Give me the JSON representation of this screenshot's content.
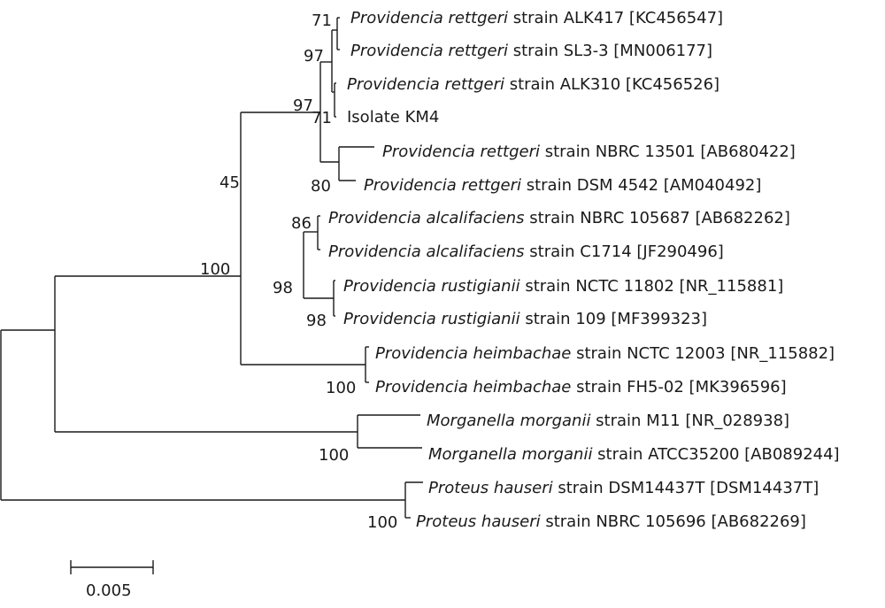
{
  "tree": {
    "leaves": [
      {
        "species": "Providencia rettgeri",
        "rest": " strain ALK417 [KC456547]"
      },
      {
        "species": "Providencia rettgeri",
        "rest": " strain SL3-3 [MN006177]"
      },
      {
        "species": "Providencia rettgeri",
        "rest": " strain ALK310 [KC456526]"
      },
      {
        "species": "",
        "rest": "Isolate KM4"
      },
      {
        "species": "Providencia rettgeri",
        "rest": " strain NBRC 13501 [AB680422]"
      },
      {
        "species": "Providencia rettgeri",
        "rest": " strain DSM 4542 [AM040492]"
      },
      {
        "species": "Providencia alcalifaciens",
        "rest": " strain NBRC 105687 [AB682262]"
      },
      {
        "species": "Providencia alcalifaciens",
        "rest": " strain C1714 [JF290496]"
      },
      {
        "species": "Providencia rustigianii",
        "rest": " strain NCTC 11802 [NR_115881]"
      },
      {
        "species": "Providencia rustigianii",
        "rest": " strain 109 [MF399323]"
      },
      {
        "species": "Providencia heimbachae",
        "rest": " strain NCTC 12003 [NR_115882]"
      },
      {
        "species": "Providencia heimbachae",
        "rest": " strain FH5-02 [MK396596]"
      },
      {
        "species": "Morganella morganii",
        "rest": " strain M11 [NR_028938]"
      },
      {
        "species": "Morganella morganii",
        "rest": " strain ATCC35200 [AB089244]"
      },
      {
        "species": "Proteus hauseri",
        "rest": " strain DSM14437T [DSM14437T]"
      },
      {
        "species": "Proteus hauseri",
        "rest": " strain NBRC 105696 [AB682269]"
      }
    ],
    "bootstrap": [
      "71",
      "97",
      "97",
      "71",
      "80",
      "45",
      "86",
      "98",
      "98",
      "100",
      "100",
      "100",
      "100"
    ],
    "scale_bar": {
      "label": "0.005",
      "value": 0.005
    }
  }
}
